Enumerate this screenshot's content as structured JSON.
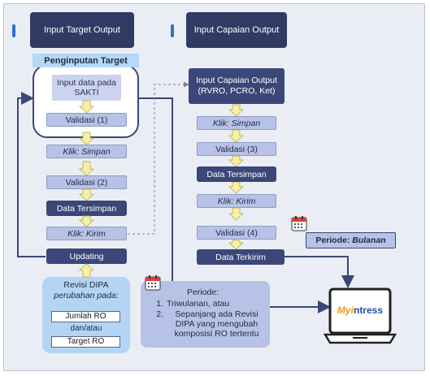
{
  "left": {
    "title": "Input Target Output",
    "section_title": "Penginputan Target",
    "input_sakti": "Input data pada SAKTI",
    "validasi1": "Validasi (1)",
    "klik_simpan": "Klik: Simpan",
    "validasi2": "Validasi (2)",
    "data_tersimpan": "Data Tersimpan",
    "klik_kirim": "Klik: Kirim",
    "updating": "Updating",
    "revisi_title": "Revisi DIPA",
    "revisi_sub": "perubahan pada:",
    "jumlah_ro": "Jumlah RO",
    "danatau": "dan/atau",
    "target_ro": "Target RO"
  },
  "right": {
    "title": "Input Capaian Output",
    "input_capaian": "Input Capaian Output (RVRO, PCRO, Ket)",
    "klik_simpan": "Klik: Simpan",
    "validasi3": "Validasi (3)",
    "data_tersimpan": "Data Tersimpan",
    "klik_kirim": "Klik: Kirim",
    "validasi4": "Validasi (4)",
    "data_terkirim": "Data Terkirim",
    "periode_label": "Periode: ",
    "periode_value": "Bulanan"
  },
  "periode_box": {
    "title": "Periode:",
    "item1": "Triwulanan, atau",
    "item2": "Sepanjang ada Revisi DIPA yang mengubah komposisi RO tertentu"
  },
  "logo": {
    "text_my": "My",
    "text_rest": "ntress"
  },
  "icons": [
    "calendar-icon",
    "laptop-icon",
    "arrow-down-icon"
  ],
  "colors": {
    "navy": "#3a4778",
    "lavender": "#b7c2e6",
    "arrow_fill": "#f6efa8",
    "light_blue": "#b4d4f4",
    "logo_orange": "#f29a1f",
    "logo_blue": "#1e4f9c"
  }
}
